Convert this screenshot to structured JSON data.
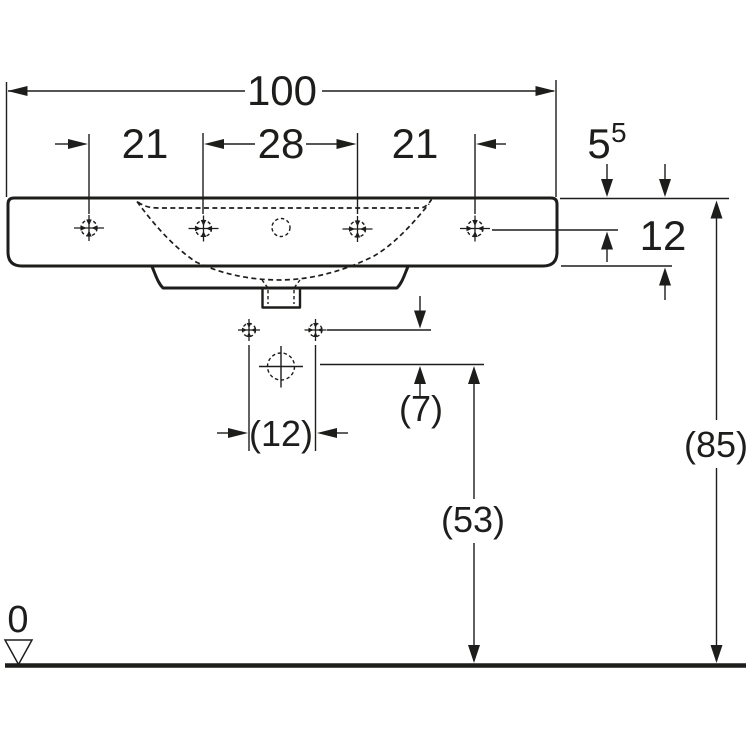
{
  "diagram": {
    "product": "wall-hung washbasin front elevation with installation dimensions",
    "units": "cm",
    "line_color": "#1d1d1b",
    "background_color": "#ffffff",
    "datum": {
      "label": "0",
      "symbol": "datum-triangle"
    },
    "dimensions": {
      "overall_width": "100",
      "tap_spacing_left": "21",
      "tap_spacing_center": "28",
      "tap_spacing_right": "21",
      "rim_to_tap_centre_base": "5",
      "rim_to_tap_centre_sup": "5",
      "rim_to_body_bottom": "12",
      "fixing_hole_spacing": "(12)",
      "fixing_to_drain_offset": "(7)",
      "floor_to_drain_centre": "(53)",
      "floor_to_rim": "(85)"
    },
    "symbols": [
      "tap-hole-centre-mark",
      "overflow-hidden-circle",
      "fixing-hole-centre-mark",
      "drain-centre-mark",
      "bowl-hidden-outline",
      "floor-line",
      "datum-triangle"
    ]
  }
}
